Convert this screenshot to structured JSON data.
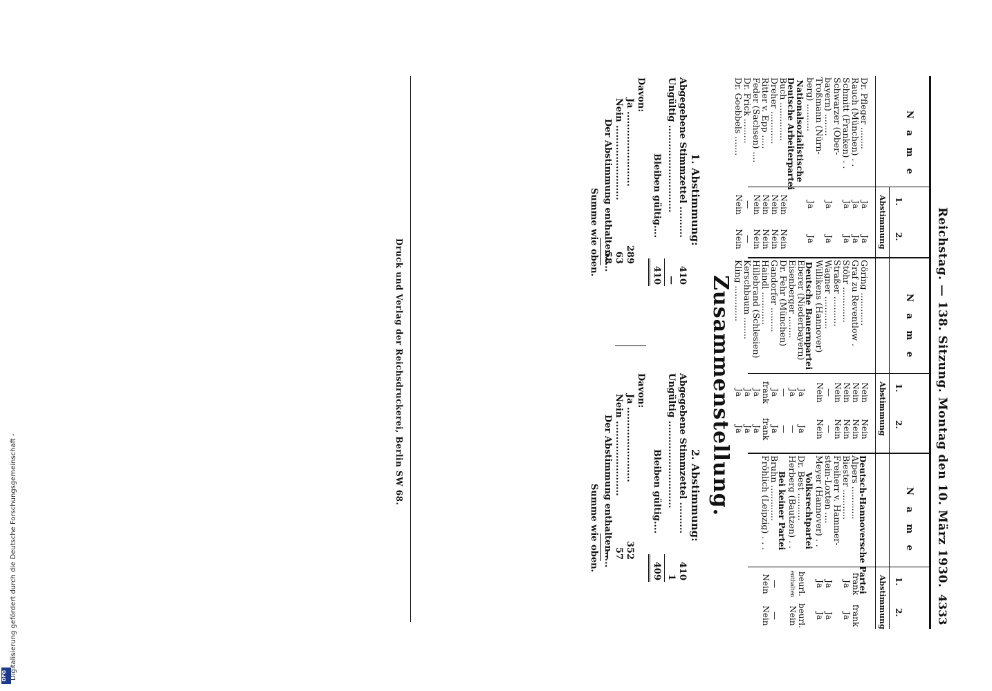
{
  "header": {
    "title": "Reichstag. — 138. Sitzung. Montag den 10. März 1930.",
    "page_number": "4333"
  },
  "table_headers": {
    "name": "N a m e",
    "abstimmung": "Abstimmung",
    "col1": "1.",
    "col2": "2."
  },
  "columns": [
    {
      "rows": [
        {
          "name": "Dr. Pfleger ........",
          "v1": "Ja",
          "v2": "Ja"
        },
        {
          "name": "Rauch (München) . .",
          "v1": "Ja",
          "v2": "Ja"
        },
        {
          "name": "Schmitt (Franken) . .",
          "v1": "Ja",
          "v2": "Ja"
        },
        {
          "name": "Schwarzer (Ober-",
          "v1": "",
          "v2": ""
        },
        {
          "name": "   bayern) ........",
          "v1": "Ja",
          "v2": "Ja"
        },
        {
          "name": "Troßmann (Nürn-",
          "v1": "",
          "v2": ""
        },
        {
          "name": "   berg) ..........",
          "v1": "Ja",
          "v2": "Ja"
        },
        {
          "party": "Nationalsozialistische"
        },
        {
          "party": "Deutsche Arbeiterpartei"
        },
        {
          "name": "Buch ..............",
          "v1": "Nein",
          "v2": "Nein"
        },
        {
          "name": "Dreher ............",
          "v1": "Nein",
          "v2": "Nein"
        },
        {
          "name": "Ritter v. Epp .....",
          "v1": "Nein",
          "v2": "Nein"
        },
        {
          "name": "Feder (Sachsen) ....",
          "v1": "Nein",
          "v2": "Nein"
        },
        {
          "name": "Dr. Frick .........",
          "v1": "—",
          "v2": "—"
        },
        {
          "name": "Dr. Goebbels .......",
          "v1": "Nein",
          "v2": "Nein"
        }
      ]
    },
    {
      "rows": [
        {
          "name": "Göring ............",
          "v1": "Nein",
          "v2": "Nein"
        },
        {
          "name": "Graf zu Reventlow .",
          "v1": "Nein",
          "v2": "Nein"
        },
        {
          "name": "Stöhr .............",
          "v1": "Nein",
          "v2": "Nein"
        },
        {
          "name": "Straßer ...........",
          "v1": "Nein",
          "v2": "Nein"
        },
        {
          "name": "Wagner ............",
          "v1": "—",
          "v2": "—"
        },
        {
          "name": "Willikens (Hannover)",
          "v1": "Nein",
          "v2": "Nein"
        },
        {
          "party": "Deutsche Bauernpartei"
        },
        {
          "name": "Eberer (Niederbayern)",
          "v1": "Ja",
          "v2": "Ja"
        },
        {
          "name": "Eisenberger ........",
          "v1": "Ja",
          "v2": "—"
        },
        {
          "name": "Dr. Fehr (München)",
          "v1": "—",
          "v2": "—"
        },
        {
          "name": "Gandorfer .........",
          "v1": "Ja",
          "v2": "Ja"
        },
        {
          "name": "Haindl ............",
          "v1": "frank",
          "v2": "frank"
        },
        {
          "name": "Hillebrand (Schlesien)",
          "v1": "Ja",
          "v2": "Ja"
        },
        {
          "name": "Kerschbaum ........",
          "v1": "Ja",
          "v2": "Ja"
        },
        {
          "name": "Kling .............",
          "v1": "Ja",
          "v2": "Ja"
        }
      ]
    },
    {
      "rows": [
        {
          "party": "Deutsch-Hannoversche Partei"
        },
        {
          "name": "Alpers ............",
          "v1": "frank",
          "v2": "frank"
        },
        {
          "name": "Biester ...........",
          "v1": "Ja",
          "v2": "Ja"
        },
        {
          "name": "Freiherr v. Hammer-",
          "v1": "",
          "v2": ""
        },
        {
          "name": "   stein-Loxten ....",
          "v1": "Ja",
          "v2": "Ja"
        },
        {
          "name": "Meyer (Hannover) . .",
          "v1": "Ja",
          "v2": "Ja"
        },
        {
          "party": "Volksrechtpartei"
        },
        {
          "name": "Dr. Best ..........",
          "v1": "beurl.",
          "v2": "beurl."
        },
        {
          "name": "Herberg (Bautzen) . .",
          "v1": "enthalten",
          "v2": "Nein"
        },
        {
          "party": "Bei keiner Partei"
        },
        {
          "name": "Bruhn .............",
          "v1": "—",
          "v2": "—"
        },
        {
          "name": "Fröhlich (Leipzig) . . .",
          "v1": "Nein",
          "v2": "Nein"
        }
      ]
    }
  ],
  "summary": {
    "title": "Zusammenstellung.",
    "blocks": [
      {
        "heading": "1. Abstimmung:",
        "abgegeben_label": "Abgegebene Stimmzettel ..........",
        "abgegeben_value": "410",
        "ungueltig_label": "Ungültig ............................",
        "ungueltig_value": "—",
        "bleiben_label": "Bleiben gültig....",
        "bleiben_value": "410",
        "davon_label": "Davon:",
        "ja_label": "Ja ........................",
        "ja_value": "289",
        "nein_label": "Nein ........................",
        "nein_value": "63",
        "enthalten_label": "Der Abstimmung enthalten.....",
        "enthalten_value": "58",
        "summe_label": "Summe wie oben."
      },
      {
        "heading": "2. Abstimmung:",
        "abgegeben_label": "Abgegebene Stimmzettel ..........",
        "abgegeben_value": "410",
        "ungueltig_label": "Ungültig ............................",
        "ungueltig_value": "1",
        "bleiben_label": "Bleiben gültig....",
        "bleiben_value": "409",
        "davon_label": "Davon:",
        "ja_label": "Ja ........................",
        "ja_value": "352",
        "nein_label": "Nein ........................",
        "nein_value": "57",
        "enthalten_label": "Der Abstimmung enthalten.....",
        "enthalten_value": "—",
        "summe_label": "Summe wie oben."
      }
    ]
  },
  "footer": {
    "imprint": "Druck und Verlag der Reichsdruckerei, Berlin SW 68."
  },
  "sidebar": {
    "dfg_text": "Digitalisierung gefördert durch die Deutsche Forschungsgemeinschaft -",
    "logo_text": "DFG"
  }
}
